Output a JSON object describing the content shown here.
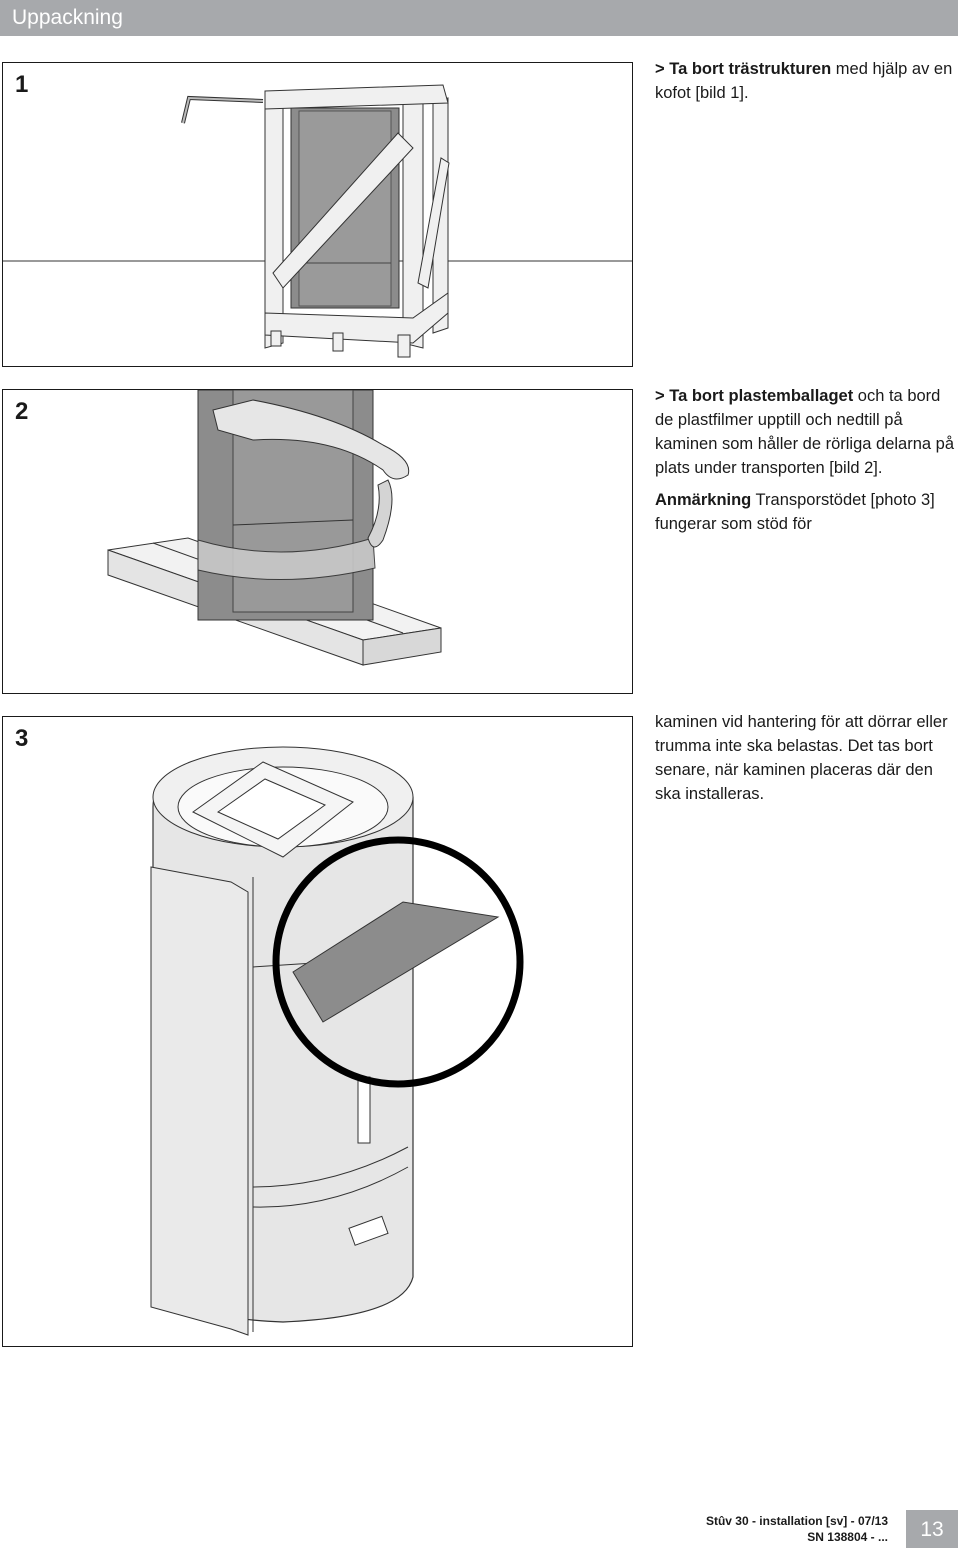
{
  "header": {
    "title": "Uppackning"
  },
  "figures": [
    {
      "number": "1"
    },
    {
      "number": "2"
    },
    {
      "number": "3"
    }
  ],
  "steps": {
    "step1": {
      "bold": "> Ta bort trästrukturen",
      "text": " med hjälp av en kofot [bild 1]."
    },
    "step2": {
      "bold": "> Ta bort plastemballaget",
      "text": " och ta bord de plastfilmer upptill och nedtill på kaminen som håller de rörliga delarna på plats under transporten [bild 2]."
    },
    "note": {
      "bold": "Anmärkning",
      "text": " Transporstödet [photo 3] fungerar som stöd för"
    },
    "note_cont": {
      "text": "kaminen vid hantering för att dörrar eller trumma inte ska belastas. Det tas bort senare, när kaminen placeras där den ska installeras."
    }
  },
  "footer": {
    "line1": "Stûv 30 - installation [sv] - 07/13",
    "line2": "SN 138804 - ...",
    "page": "13"
  },
  "colors": {
    "header_bg": "#a7a9ac",
    "stove_dark": "#8c8c8c",
    "stove_light": "#e6e6e6",
    "highlight_circle": "#000000"
  }
}
